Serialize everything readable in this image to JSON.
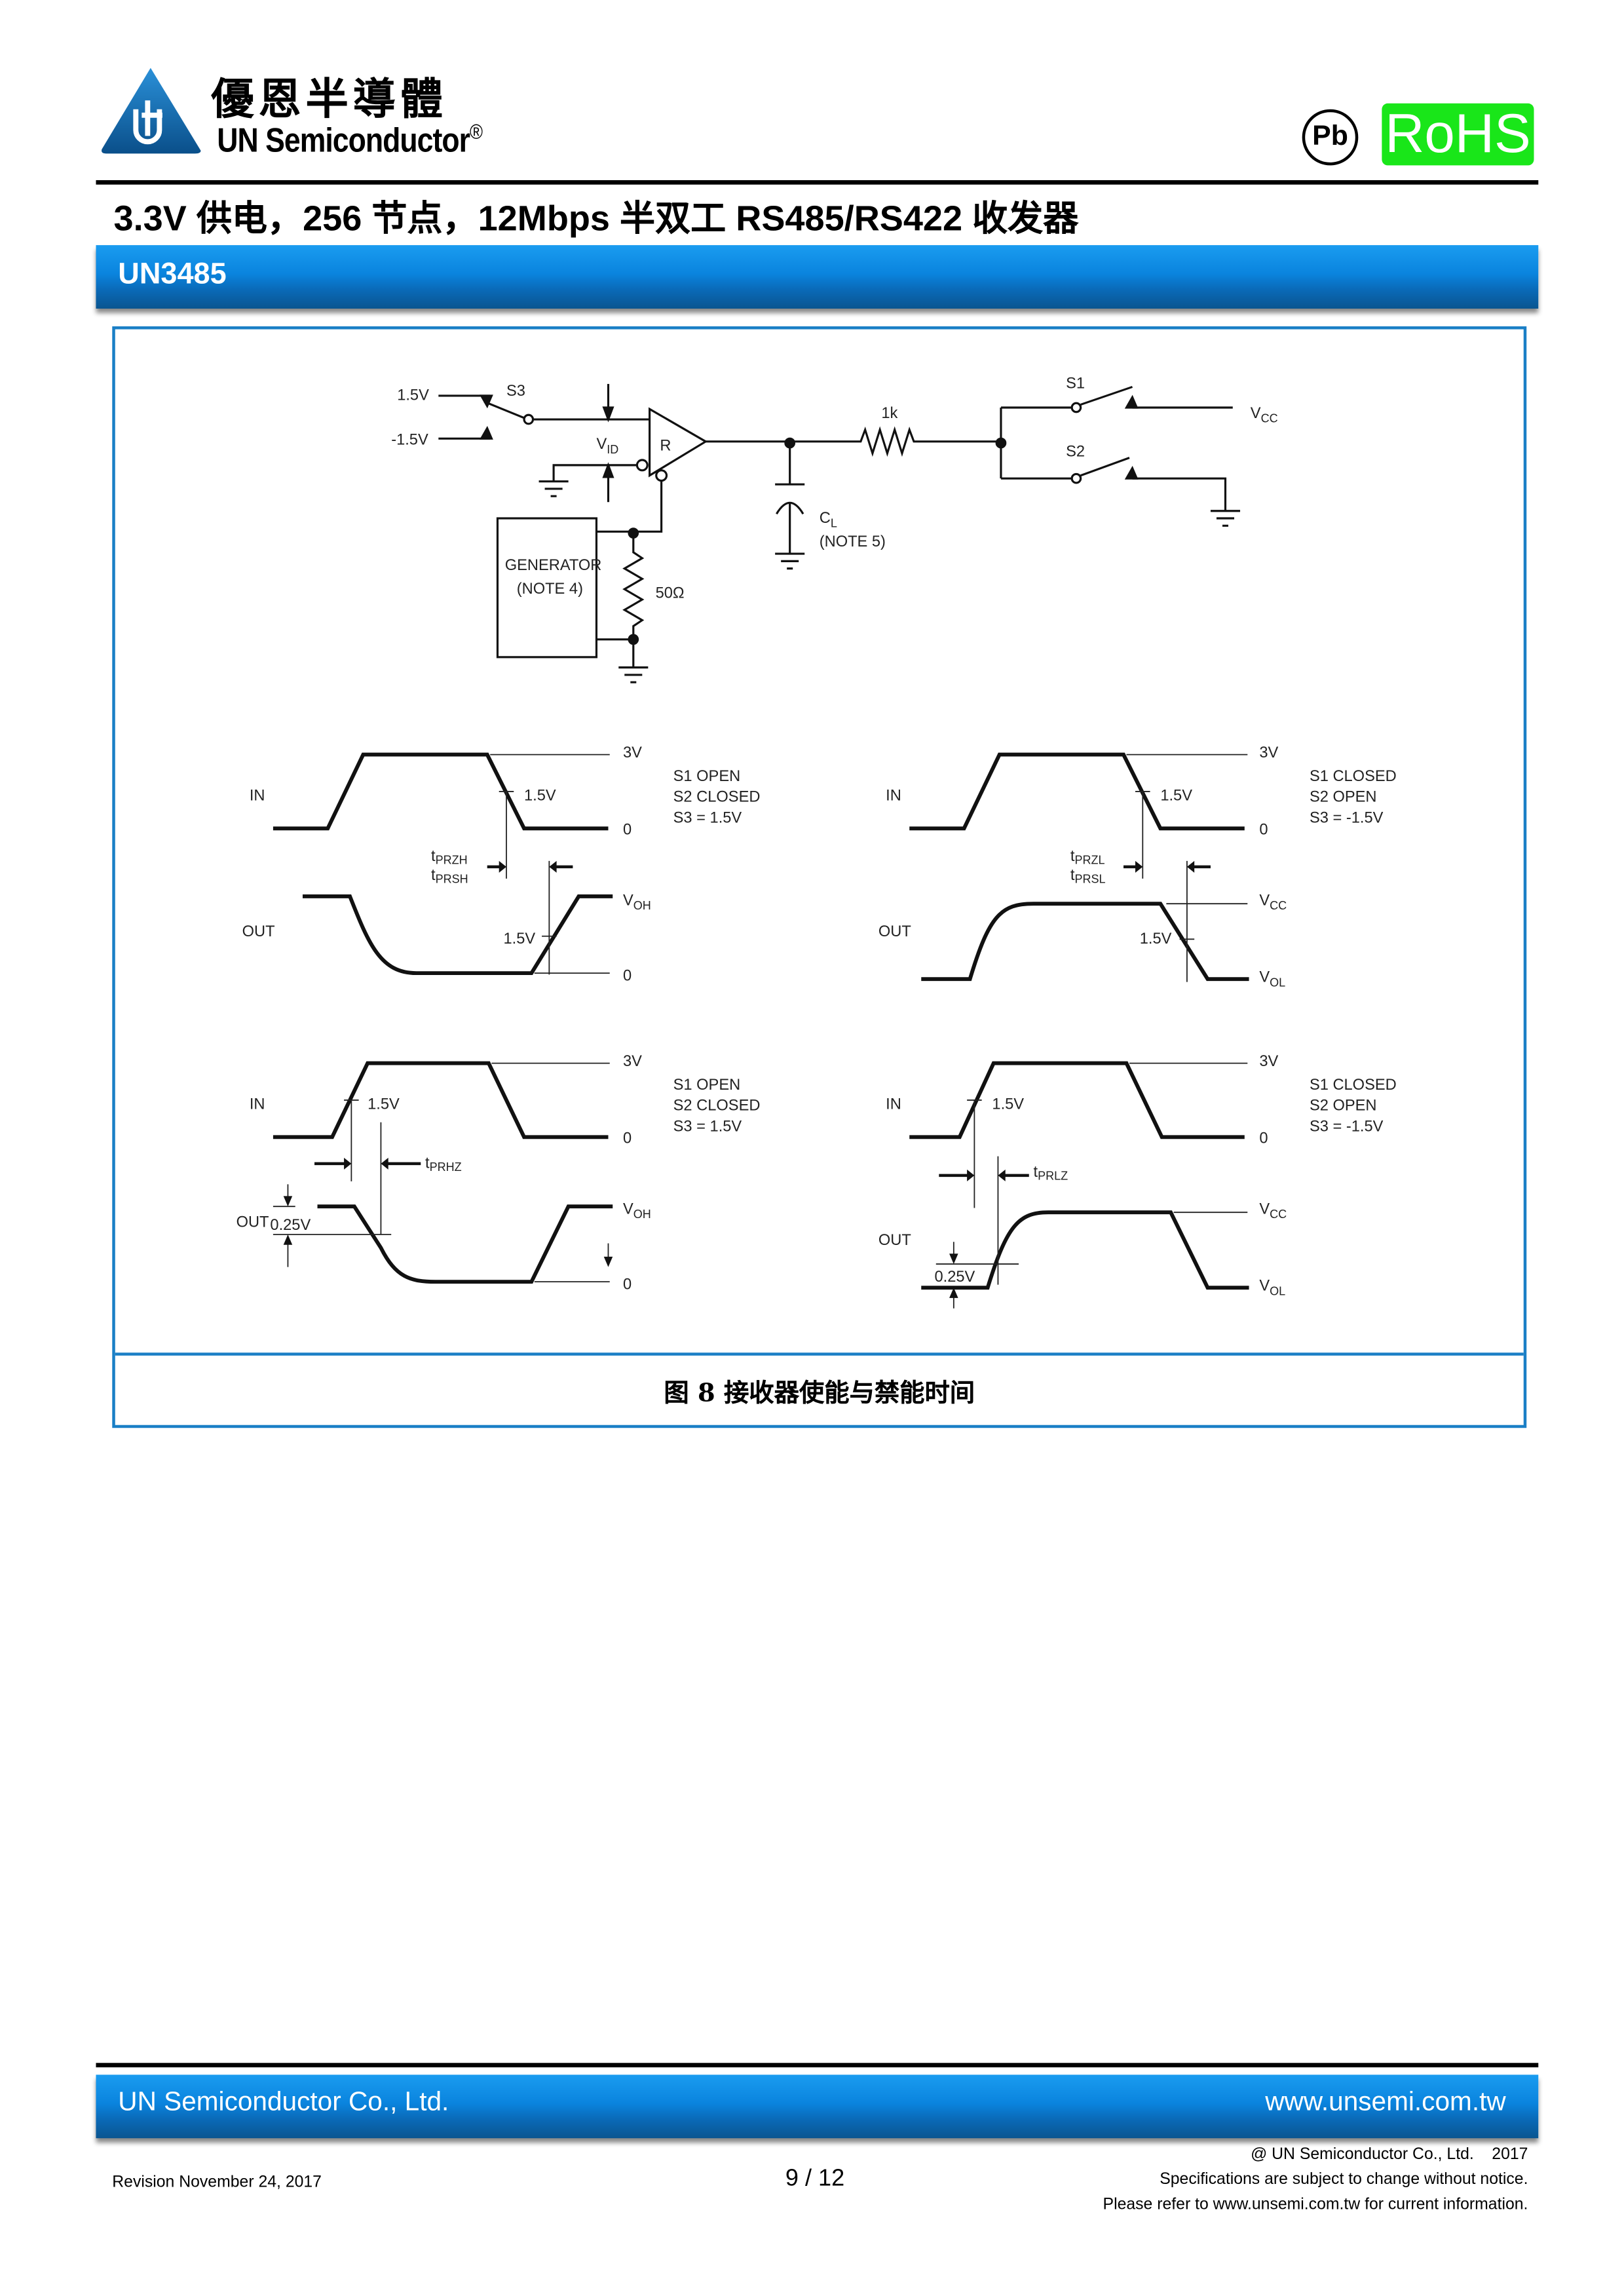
{
  "header": {
    "logo_cn": "優恩半導體",
    "logo_en": "UN Semiconductor",
    "registered": "®",
    "pb_badge": "Pb",
    "rohs_badge": "RoHS",
    "title": "3.3V 供电，256 节点，12Mbps  半双工 RS485/RS422 收发器",
    "part_number": "UN3485"
  },
  "figure": {
    "caption": "图  8  接收器使能与禁能时间",
    "circuit": {
      "v_pos": "1.5V",
      "v_neg": "-1.5V",
      "s3": "S3",
      "vid": "V",
      "vid_sub": "ID",
      "r": "R",
      "r1k": "1k",
      "s1": "S1",
      "s2": "S2",
      "vcc": "V",
      "vcc_sub": "CC",
      "cl": "C",
      "cl_sub": "L",
      "cl_note": "(NOTE 5)",
      "generator": "GENERATOR",
      "generator_note": "(NOTE 4)",
      "r50": "50Ω"
    },
    "waveforms": {
      "in": "IN",
      "out": "OUT",
      "v3": "3V",
      "zero": "0",
      "v15": "1.5V",
      "v025": "0.25V",
      "voh": "V",
      "voh_sub": "OH",
      "vol": "V",
      "vol_sub": "OL",
      "vcc": "V",
      "vcc_sub": "CC",
      "t": "t",
      "tprzh": "PRZH",
      "tprsh": "PRSH",
      "tprzl": "PRZL",
      "tprsl": "PRSL",
      "tprhz": "PRHZ",
      "tprlz": "PRLZ",
      "cond_a": [
        "S1 OPEN",
        "S2 CLOSED",
        "S3 = 1.5V"
      ],
      "cond_b": [
        "S1 CLOSED",
        "S2 OPEN",
        "S3 = -1.5V"
      ]
    }
  },
  "footer": {
    "company": "UN Semiconductor Co., Ltd.",
    "website": "www.unsemi.com.tw",
    "revision": "Revision November 24, 2017",
    "page": "9 / 12",
    "copyright": "@ UN Semiconductor Co., Ltd.    2017",
    "notice": "Specifications are subject to change without notice.",
    "refer": "Please refer to www.unsemi.com.tw for current information."
  },
  "colors": {
    "brand_blue": "#0a84de",
    "rohs_green": "#19e619",
    "frame_blue": "#1a7fc6"
  }
}
